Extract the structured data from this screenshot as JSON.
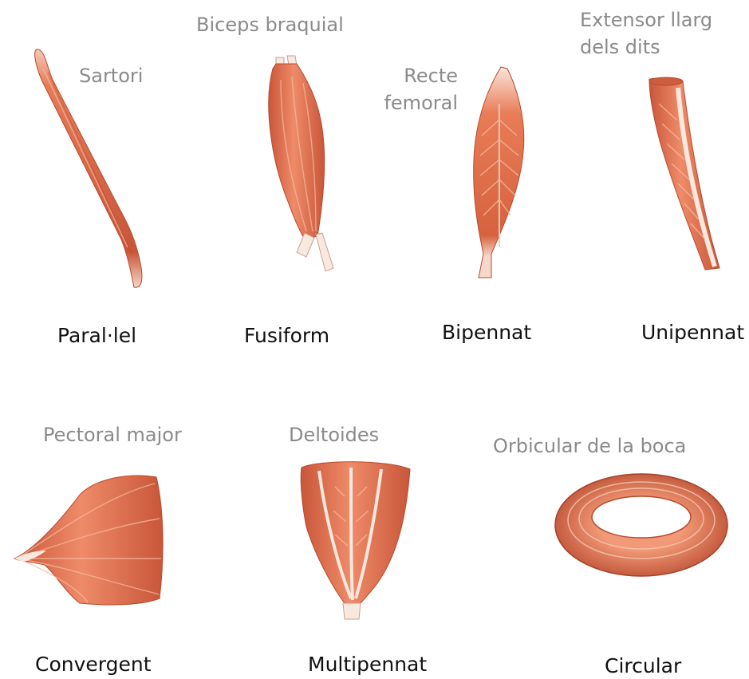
{
  "colors": {
    "muscle_light": "#ee8b68",
    "muscle_mid": "#e06f4a",
    "muscle_dark": "#b8492c",
    "tendon": "#f8e8de",
    "fiber": "#f6b9a0"
  },
  "muscles": [
    {
      "label": "Sartori",
      "type": "Paral·lel"
    },
    {
      "label": "Biceps braquial",
      "type": "Fusiform"
    },
    {
      "label": "Recte\nfemoral",
      "type": "Bipennat"
    },
    {
      "label": "Extensor llarg\ndels dits",
      "type": "Unipennat"
    },
    {
      "label": "Pectoral major",
      "type": "Convergent"
    },
    {
      "label": "Deltoides",
      "type": "Multipennat"
    },
    {
      "label": "Orbicular de la boca",
      "type": "Circular"
    }
  ]
}
